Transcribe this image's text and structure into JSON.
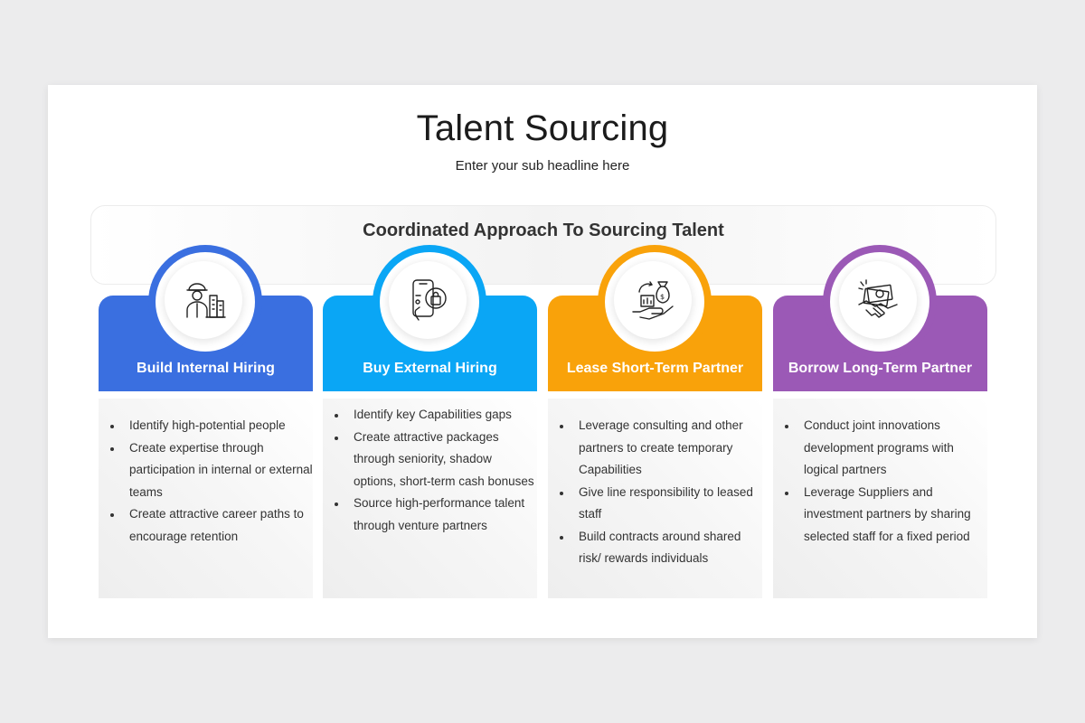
{
  "slide": {
    "title": "Talent Sourcing",
    "subtitle": "Enter your sub headline here"
  },
  "banner": {
    "title": "Coordinated Approach To Sourcing Talent"
  },
  "columns": [
    {
      "label": "Build Internal Hiring",
      "color": "#3a6fe0",
      "icon": "worker-building-icon",
      "bullets": [
        "Identify high-potential people",
        "Create expertise through participation in internal or external teams",
        "Create attractive career paths to encourage retention"
      ]
    },
    {
      "label": "Buy External Hiring",
      "color": "#0aa6f5",
      "icon": "phone-shopping-bag-icon",
      "bullets": [
        "Identify key Capabilities gaps",
        "Create attractive packages through seniority, shadow options, short-term cash bonuses",
        "Source high-performance talent through venture partners"
      ]
    },
    {
      "label": "Lease Short-Term Partner",
      "color": "#f9a20a",
      "icon": "hand-money-bag-icon",
      "bullets": [
        "Leverage consulting and other partners to create temporary Capabilities",
        "Give line responsibility to leased staff",
        "Build contracts around shared risk/ rewards individuals"
      ]
    },
    {
      "label": "Borrow Long-Term Partner",
      "color": "#9b59b6",
      "icon": "handshake-money-icon",
      "bullets": [
        "Conduct joint innovations development programs with logical partners",
        "Leverage Suppliers and investment partners by sharing selected staff for a fixed period"
      ]
    }
  ]
}
